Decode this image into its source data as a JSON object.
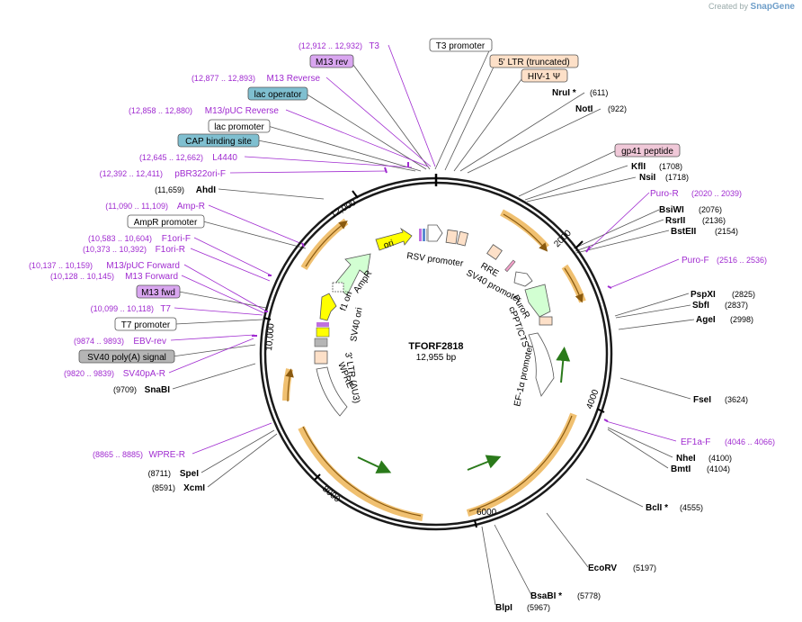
{
  "credit": {
    "prefix": "Created by",
    "brand": "SnapGene"
  },
  "plasmid": {
    "name": "TFORF2818",
    "length": "12,955 bp"
  },
  "colors": {
    "primer": "#a02bd0",
    "feature_orange": "#f0c070",
    "ori": "#ffff00",
    "ampr": "#d2ffd2"
  },
  "tick_labels": [
    "2000",
    "4000",
    "6000",
    "8000",
    "10,000",
    "12,000"
  ],
  "enzymes_right": [
    {
      "name": "NruI *",
      "pos": "(611)"
    },
    {
      "name": "NotI",
      "pos": "(922)"
    },
    {
      "name": "KflI",
      "pos": "(1708)"
    },
    {
      "name": "NsiI",
      "pos": "(1718)"
    },
    {
      "name": "BsiWI",
      "pos": "(2076)"
    },
    {
      "name": "RsrII",
      "pos": "(2136)"
    },
    {
      "name": "BstEII",
      "pos": "(2154)"
    },
    {
      "name": "PspXI",
      "pos": "(2825)"
    },
    {
      "name": "SbfI",
      "pos": "(2837)"
    },
    {
      "name": "AgeI",
      "pos": "(2998)"
    },
    {
      "name": "FseI",
      "pos": "(3624)"
    },
    {
      "name": "NheI",
      "pos": "(4100)"
    },
    {
      "name": "BmtI",
      "pos": "(4104)"
    },
    {
      "name": "BclI *",
      "pos": "(4555)"
    },
    {
      "name": "EcoRV",
      "pos": "(5197)"
    },
    {
      "name": "BsaBI *",
      "pos": "(5778)"
    },
    {
      "name": "BlpI",
      "pos": "(5967)"
    }
  ],
  "enzymes_left": [
    {
      "name": "AhdI",
      "pos": "(11,659)"
    },
    {
      "name": "SnaBI",
      "pos": "(9709)"
    },
    {
      "name": "SpeI",
      "pos": "(8711)"
    },
    {
      "name": "XcmI",
      "pos": "(8591)"
    }
  ],
  "primers_right": [
    {
      "name": "Puro-R",
      "pos": "(2020 .. 2039)"
    },
    {
      "name": "Puro-F",
      "pos": "(2516 .. 2536)"
    },
    {
      "name": "EF1a-F",
      "pos": "(4046 .. 4066)"
    }
  ],
  "primers_left": [
    {
      "name": "T3",
      "pos": "(12,912 .. 12,932)"
    },
    {
      "name": "M13 Reverse",
      "pos": "(12,877 .. 12,893)"
    },
    {
      "name": "M13/pUC Reverse",
      "pos": "(12,858 .. 12,880)"
    },
    {
      "name": "L4440",
      "pos": "(12,645 .. 12,662)"
    },
    {
      "name": "pBR322ori-F",
      "pos": "(12,392 .. 12,411)"
    },
    {
      "name": "Amp-R",
      "pos": "(11,090 .. 11,109)"
    },
    {
      "name": "F1ori-F",
      "pos": "(10,583 .. 10,604)"
    },
    {
      "name": "F1ori-R",
      "pos": "(10,373 .. 10,392)"
    },
    {
      "name": "M13/pUC Forward",
      "pos": "(10,137 .. 10,159)"
    },
    {
      "name": "M13 Forward",
      "pos": "(10,128 .. 10,145)"
    },
    {
      "name": "T7",
      "pos": "(10,099 .. 10,118)"
    },
    {
      "name": "EBV-rev",
      "pos": "(9874 .. 9893)"
    },
    {
      "name": "SV40pA-R",
      "pos": "(9820 .. 9839)"
    },
    {
      "name": "WPRE-R",
      "pos": "(8865 .. 8885)"
    }
  ],
  "boxed_labels": [
    {
      "text": "M13 rev",
      "fill": "#d9a6f0"
    },
    {
      "text": "lac operator",
      "fill": "#7fbfd0"
    },
    {
      "text": "lac promoter",
      "fill": "#ffffff"
    },
    {
      "text": "CAP binding site",
      "fill": "#7fbfd0"
    },
    {
      "text": "AmpR promoter",
      "fill": "#ffffff"
    },
    {
      "text": "M13 fwd",
      "fill": "#d9a6f0"
    },
    {
      "text": "T7 promoter",
      "fill": "#ffffff"
    },
    {
      "text": "SV40 poly(A) signal",
      "fill": "#b5b5b5"
    },
    {
      "text": "T3 promoter",
      "fill": "#ffffff"
    },
    {
      "text": "5' LTR (truncated)",
      "fill": "#fde0c8"
    },
    {
      "text": "HIV-1 Ψ",
      "fill": "#fde0c8"
    },
    {
      "text": "gp41 peptide",
      "fill": "#f0c8d8"
    }
  ],
  "inner_labels": {
    "rsv": "RSV promoter",
    "rre": "RRE",
    "sv40p": "SV40 promoter",
    "puror": "PuroR",
    "cppt": "cPPT/CTS",
    "ef1a": "EF-1α promoter",
    "ori": "ori",
    "ampr": "AmpR",
    "f1ori": "f1 ori",
    "sv40ori": "SV40 ori",
    "ltr3": "3' LTR (ΔU3)",
    "wpre": "WPRE"
  }
}
